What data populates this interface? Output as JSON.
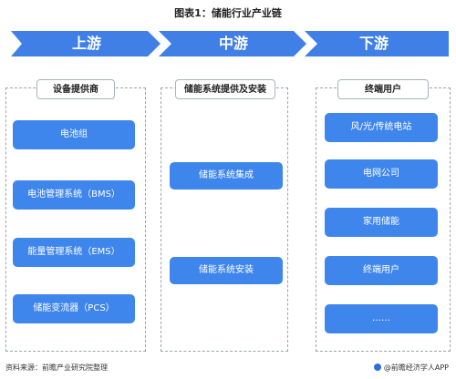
{
  "title": "图表1：储能行业产业链",
  "stages": [
    "上游",
    "中游",
    "下游"
  ],
  "panels": [
    {
      "heading": "设备提供商",
      "items": [
        "电池组",
        "电池管理系统（BMS）",
        "能量管理系统（EMS）",
        "储能变流器（PCS）"
      ]
    },
    {
      "heading": "储能系统提供及安装",
      "items": [
        "储能系统集成",
        "储能系统安装"
      ]
    },
    {
      "heading": "终端用户",
      "items": [
        "风/光/传统电站",
        "电网公司",
        "家用储能",
        "终端用户",
        "……"
      ]
    }
  ],
  "footer": {
    "source": "资料来源：前瞻产业研究院整理",
    "brand": "@前瞻经济学人APP"
  },
  "colors": {
    "chevron": "#3f7fe6",
    "box": "#3f86ec"
  }
}
